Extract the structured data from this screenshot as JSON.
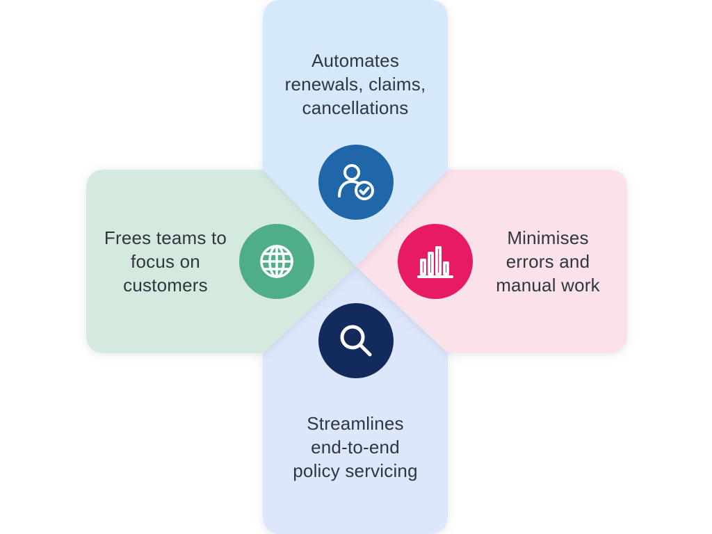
{
  "cards": {
    "top": {
      "lines": [
        "Automates",
        "renewals, claims,",
        "cancellations"
      ],
      "icon": "user-check-icon",
      "card_color": "#d6e9fb",
      "icon_color": "#1f67a8"
    },
    "right": {
      "lines": [
        "Minimises",
        "errors and",
        "manual work"
      ],
      "icon": "bar-chart-icon",
      "card_color": "#fbe1ea",
      "icon_color": "#e81a63"
    },
    "bottom": {
      "lines": [
        "Streamlines",
        "end-to-end",
        "policy servicing"
      ],
      "icon": "search-icon",
      "card_color": "#dde6fb",
      "icon_color": "#122a5c"
    },
    "left": {
      "lines": [
        "Frees teams to",
        "focus on",
        "customers"
      ],
      "icon": "globe-icon",
      "card_color": "#d5eadf",
      "icon_color": "#4fae87"
    }
  }
}
